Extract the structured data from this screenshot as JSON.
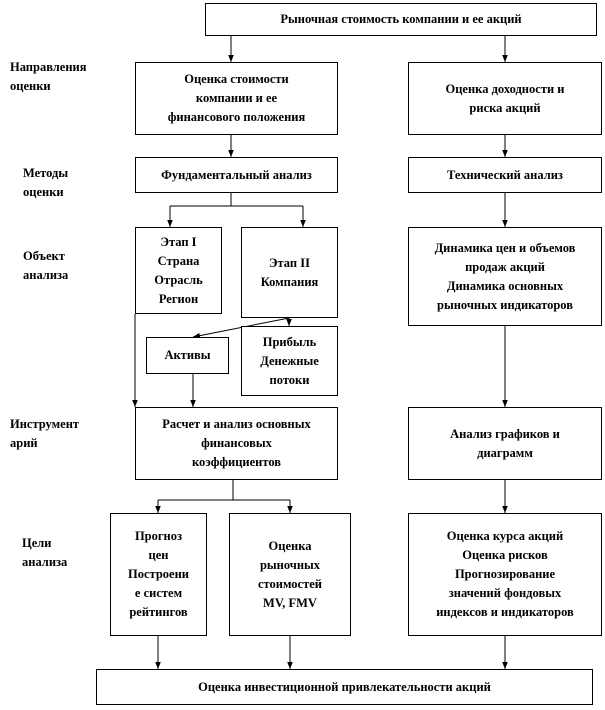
{
  "labels": {
    "directions": [
      "Направления",
      "оценки"
    ],
    "methods": [
      "Методы",
      "оценки"
    ],
    "object": [
      "Объект",
      "анализа"
    ],
    "instrument": [
      "Инструмент",
      "арий"
    ],
    "goals": [
      "Цели",
      "анализа"
    ]
  },
  "boxes": {
    "top": [
      "Рыночная стоимость компании и ее акций"
    ],
    "valuation": [
      "Оценка стоимости",
      "компании и ее",
      "финансового положения"
    ],
    "profitability": [
      "Оценка доходности и",
      "риска акций"
    ],
    "fundamental": [
      "Фундаментальный анализ"
    ],
    "technical": [
      "Технический анализ"
    ],
    "stage1": [
      "Этап I",
      "Страна",
      "Отрасль",
      "Регион"
    ],
    "stage2": [
      "Этап II",
      "Компания"
    ],
    "dynamics": [
      "Динамика цен и объемов",
      "продаж акций",
      "Динамика основных",
      "рыночных индикаторов"
    ],
    "assets": [
      "Активы"
    ],
    "profit": [
      "Прибыль",
      "Денежные",
      "потоки"
    ],
    "ratios": [
      "Расчет и анализ основных",
      "финансовых",
      "коэффициентов"
    ],
    "charts": [
      "Анализ графиков  и",
      "диаграмм"
    ],
    "forecast": [
      "Прогноз",
      "цен",
      "Построени",
      "е систем",
      "рейтингов"
    ],
    "market_value": [
      "Оценка",
      "рыночных",
      "стоимостей",
      "MV, FMV"
    ],
    "rate": [
      "Оценка курса  акций",
      "Оценка рисков",
      "Прогнозирование",
      "значений фондовых",
      "индексов и индикаторов"
    ],
    "bottom": [
      "Оценка инвестиционной привлекательности акций"
    ]
  }
}
